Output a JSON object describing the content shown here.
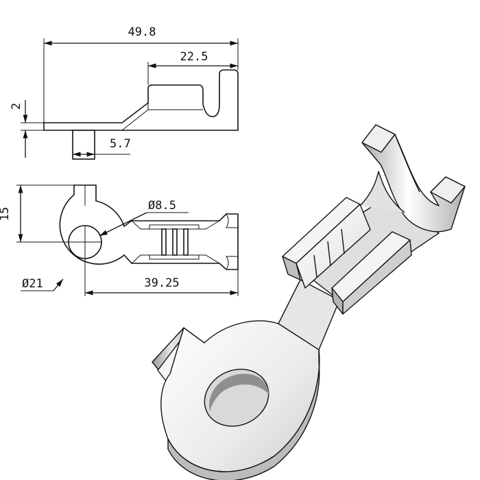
{
  "drawing": {
    "dimensions": {
      "overall_length": "49.8",
      "barrel_length": "22.5",
      "thickness": "2",
      "tab_width": "5.7",
      "ring_height": "15",
      "hole_diameter": "Ø8.5",
      "ring_diameter": "Ø21",
      "length_from_center": "39.25"
    },
    "colors": {
      "ink": "#111111",
      "part_light": "#f2f2f2",
      "part_shadow": "#bdbdbd",
      "background": "#ffffff"
    }
  }
}
